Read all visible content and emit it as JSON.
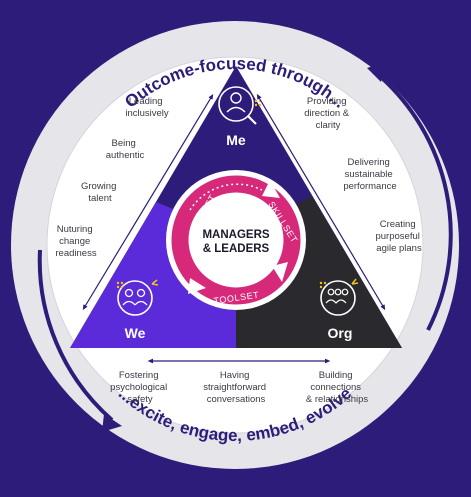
{
  "outer_ring": {
    "top_text": "Outcome-focused through...",
    "bottom_text": "...excite, engage, embed, evolve"
  },
  "nodes": {
    "me": {
      "title": "Me",
      "icon": "person-magnifier-icon",
      "color": "#2e1c7a"
    },
    "we": {
      "title": "We",
      "icon": "two-people-icon",
      "color": "#5b2bd9"
    },
    "org": {
      "title": "Org",
      "icon": "group-of-people-icon",
      "color": "#2a2a2e"
    }
  },
  "center": {
    "line1": "MANAGERS",
    "line2": "& LEADERS",
    "ring_words": {
      "mindset": "MINDSET",
      "skillset": "SKILLSET",
      "toolset": "TOOLSET"
    },
    "ring_color": "#d6297a"
  },
  "left_side_labels": [
    {
      "lines": [
        "Leading",
        "inclusively"
      ]
    },
    {
      "lines": [
        "Being",
        "authentic"
      ]
    },
    {
      "lines": [
        "Growing",
        "talent"
      ]
    },
    {
      "lines": [
        "Nuturing",
        "change",
        "readiness"
      ]
    }
  ],
  "right_side_labels": [
    {
      "lines": [
        "Providing",
        "direction &",
        "clarity"
      ]
    },
    {
      "lines": [
        "Delivering",
        "sustainable",
        "performance"
      ]
    },
    {
      "lines": [
        "Creating",
        "purposeful",
        "agile plans"
      ]
    }
  ],
  "bottom_labels": [
    {
      "lines": [
        "Fostering",
        "psychological",
        "safety"
      ]
    },
    {
      "lines": [
        "Having",
        "straightforward",
        "conversations"
      ]
    },
    {
      "lines": [
        "Building",
        "connections",
        "& relationships"
      ]
    }
  ],
  "colors": {
    "background": "#2e1c7a",
    "outer_ring": "#e6e6ea",
    "inner_disc": "#ffffff",
    "accent_pink": "#d6297a",
    "arrow": "#2e1c7a"
  }
}
